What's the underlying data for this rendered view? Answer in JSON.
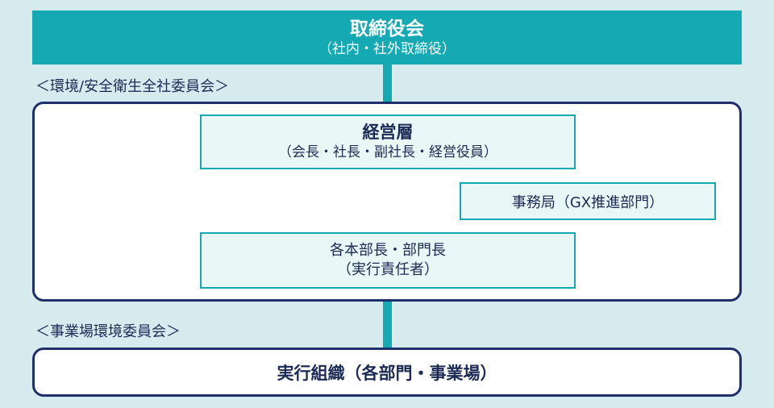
{
  "board": {
    "title": "取締役会",
    "subtitle": "（社内・社外取締役）"
  },
  "company_committee": {
    "heading": "＜環境/安全衛生全社委員会＞",
    "management": {
      "title": "経営層",
      "subtitle": "（会長・社長・副社長・経営役員）"
    },
    "secretariat": "事務局（GX推進部門）",
    "division_heads": {
      "title": "各本部長・部門長",
      "subtitle": "（実行責任者）"
    }
  },
  "site_committee": {
    "heading": "＜事業場環境委員会＞"
  },
  "execution": {
    "label": "実行組織（各部門・事業場）"
  },
  "colors": {
    "teal": "#14a9b3",
    "navy": "#1e2f69",
    "light_teal": "#eaf7f7",
    "background": "#d6ebee"
  }
}
